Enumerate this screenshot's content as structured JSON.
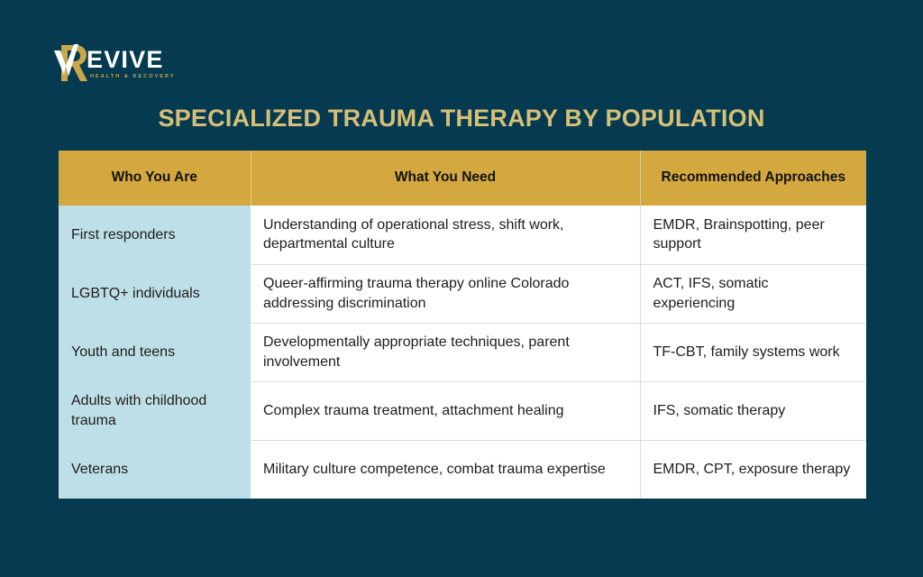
{
  "theme": {
    "background": "#053a50",
    "title_gold": "#d6c077",
    "header_gold": "#d3a93f",
    "first_column_blue": "#bfdfe8",
    "cell_white": "#ffffff",
    "body_text": "#1d1d1d"
  },
  "logo": {
    "icon": "revive-r-monogram-icon",
    "wordmark": "EVIVE",
    "tagline": "HEALTH & RECOVERY"
  },
  "title": "SPECIALIZED TRAUMA THERAPY BY POPULATION",
  "table": {
    "columns": [
      "Who You Are",
      "What You Need",
      "Recommended Approaches"
    ],
    "rows": [
      {
        "who": "First responders",
        "need": "Understanding of operational stress, shift work, departmental culture",
        "approaches": "EMDR, Brainspotting, peer support"
      },
      {
        "who": "LGBTQ+ individuals",
        "need": "Queer-affirming trauma therapy online Colorado addressing discrimination",
        "approaches": "ACT, IFS, somatic experiencing"
      },
      {
        "who": "Youth and teens",
        "need": "Developmentally appropriate techniques, parent involvement",
        "approaches": "TF-CBT, family systems work"
      },
      {
        "who": "Adults with childhood trauma",
        "need": "Complex trauma treatment, attachment healing",
        "approaches": "IFS, somatic therapy"
      },
      {
        "who": "Veterans",
        "need": "Military culture competence, combat trauma expertise",
        "approaches": "EMDR, CPT, exposure therapy"
      }
    ]
  }
}
